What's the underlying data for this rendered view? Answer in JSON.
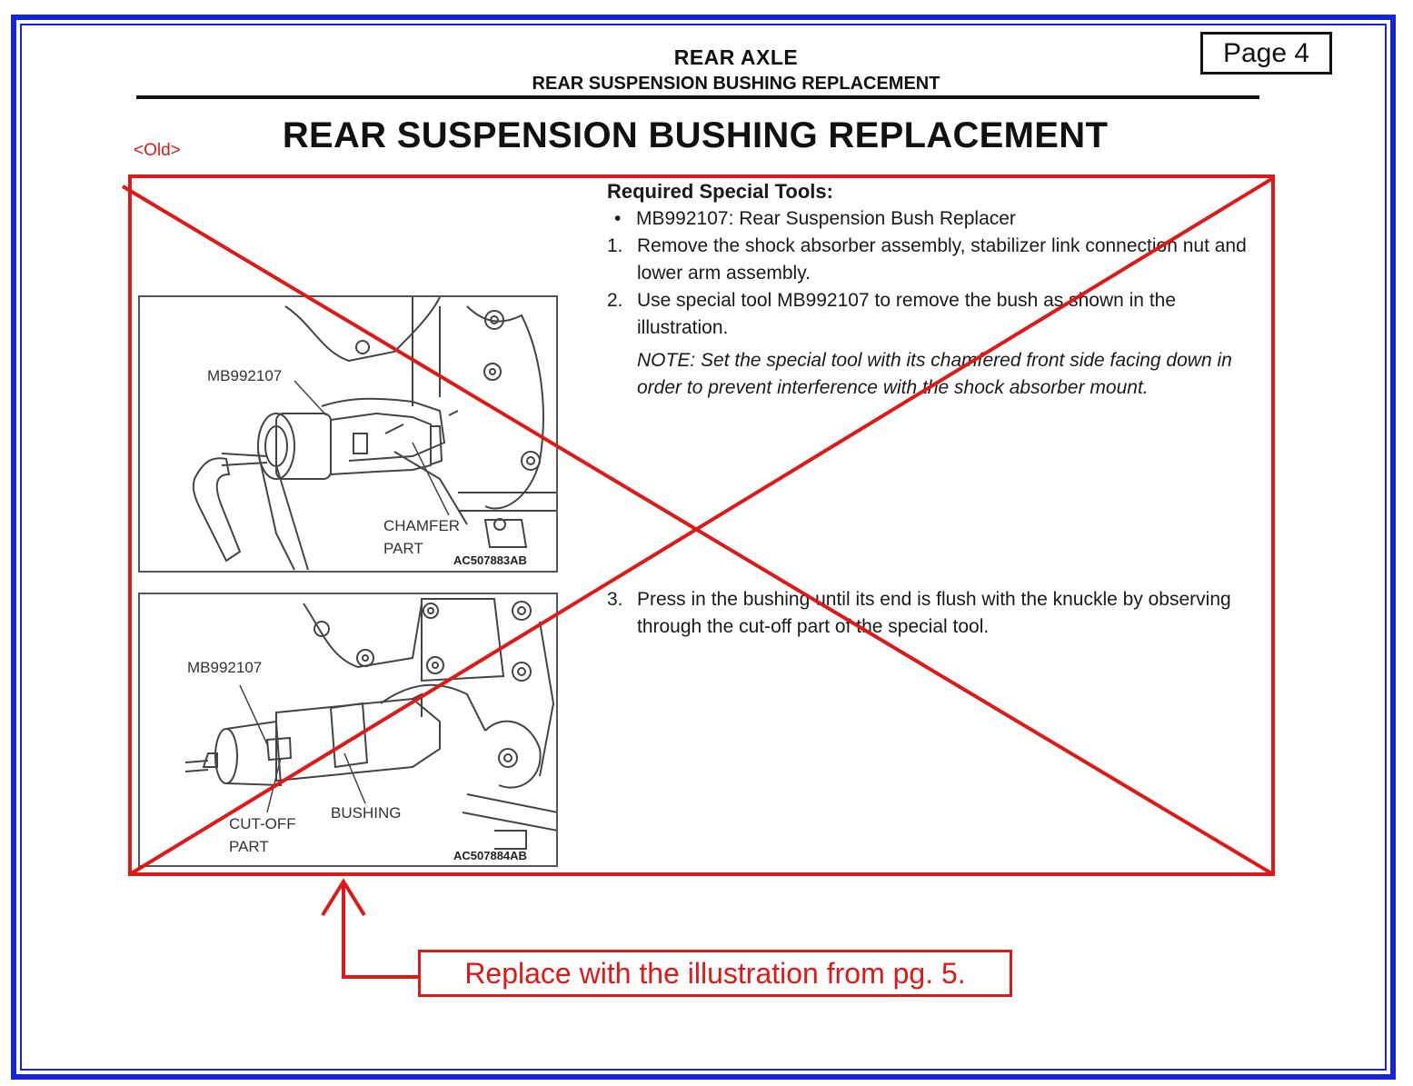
{
  "page_badge": "Page 4",
  "header": {
    "section": "REAR AXLE",
    "subsection": "REAR SUSPENSION BUSHING REPLACEMENT"
  },
  "old_tag": "<Old>",
  "title": "REAR SUSPENSION BUSHING REPLACEMENT",
  "tools": {
    "heading": "Required Special Tools:",
    "items": [
      "MB992107: Rear Suspension Bush Replacer"
    ]
  },
  "steps": [
    {
      "num": "1.",
      "text": "Remove the shock absorber assembly, stabilizer link connection nut and lower arm assembly."
    },
    {
      "num": "2.",
      "text": "Use special tool MB992107 to remove the bush as shown in the illustration."
    },
    {
      "num": "3.",
      "text": "Press in the bushing until its end is flush with the knuckle by observing through the cut-off part of the special tool."
    }
  ],
  "note": "NOTE: Set the special tool with its chamfered front side facing down in order to prevent interference with the shock absorber mount.",
  "figures": [
    {
      "code": "AC507883AB",
      "labels": {
        "tool": "MB992107",
        "chamfer_line1": "CHAMFER",
        "chamfer_line2": "PART"
      }
    },
    {
      "code": "AC507884AB",
      "labels": {
        "tool": "MB992107",
        "cutoff_line1": "CUT-OFF",
        "cutoff_line2": "PART",
        "bushing": "BUSHING"
      }
    }
  ],
  "callout": "Replace with the illustration from pg. 5.",
  "colors": {
    "frame": "#1525d6",
    "markup": "#e01818"
  }
}
